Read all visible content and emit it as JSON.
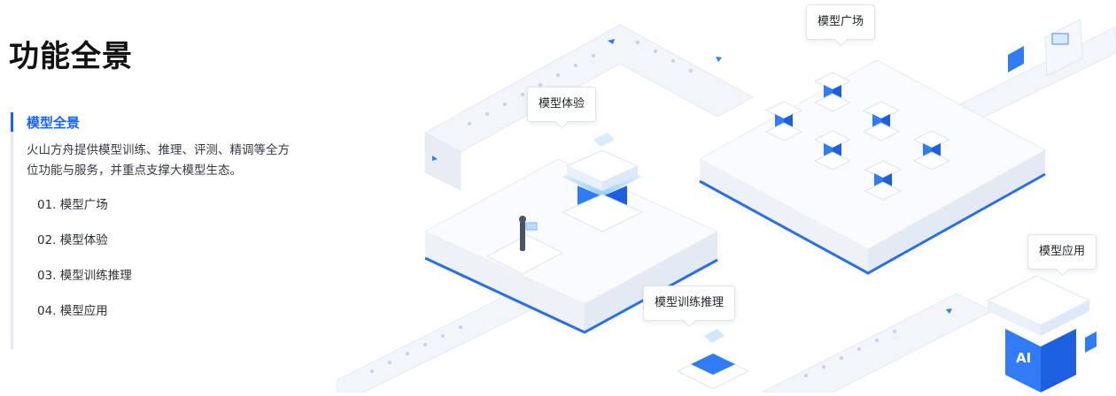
{
  "page": {
    "title": "功能全景"
  },
  "section": {
    "heading": "模型全景",
    "description": "火山方舟提供模型训练、推理、评测、精调等全方位功能与服务，并重点支撑大模型生态。"
  },
  "nav": {
    "items": [
      {
        "label": "01. 模型广场"
      },
      {
        "label": "02. 模型体验"
      },
      {
        "label": "03. 模型训练推理"
      },
      {
        "label": "04. 模型应用"
      }
    ]
  },
  "scene": {
    "tooltips": {
      "square": "模型广场",
      "experience": "模型体验",
      "training": "模型训练推理",
      "application": "模型应用"
    },
    "ai_label": "AI"
  },
  "colors": {
    "accent": "#1664ff",
    "block_blue": "#2f7cf6",
    "platform_edge": "#2a6fe8",
    "path_fill": "#eef2f8"
  }
}
